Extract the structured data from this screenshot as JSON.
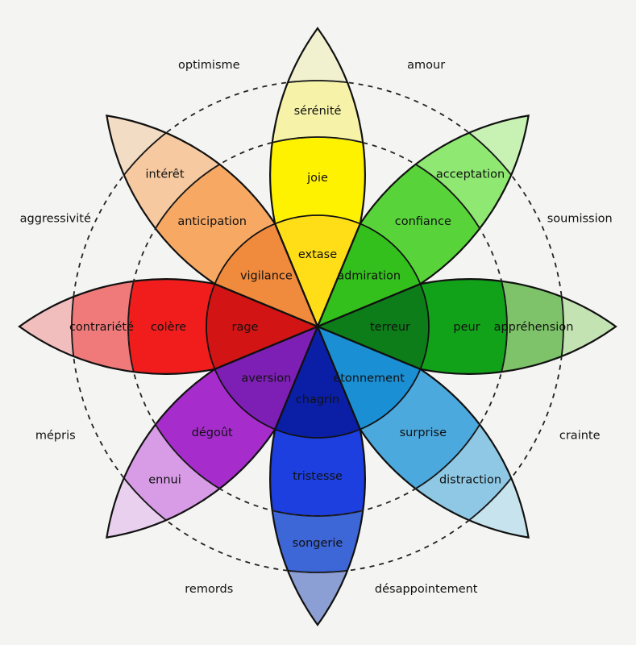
{
  "petals": [
    {
      "name": "joie-petal",
      "colors": {
        "intense": "#ffde17",
        "basic": "#fff200",
        "mild": "#f6f3a8",
        "tip": "#f1f0cf"
      },
      "labels": {
        "intense": "extase",
        "basic": "joie",
        "mild": "sérénité"
      }
    },
    {
      "name": "confiance-petal",
      "colors": {
        "intense": "#34c01c",
        "basic": "#58d43a",
        "mild": "#8fe872",
        "tip": "#c7f2b4"
      },
      "labels": {
        "intense": "admiration",
        "basic": "confiance",
        "mild": "acceptation"
      }
    },
    {
      "name": "peur-petal",
      "colors": {
        "intense": "#0d7d1a",
        "basic": "#12a21a",
        "mild": "#7ec36a",
        "tip": "#c4e3b3"
      },
      "labels": {
        "intense": "terreur",
        "basic": "peur",
        "mild": "appréhension"
      }
    },
    {
      "name": "surprise-petal",
      "colors": {
        "intense": "#1b8fd4",
        "basic": "#4ba9dd",
        "mild": "#8ec8e4",
        "tip": "#c7e3ee"
      },
      "labels": {
        "intense": "étonnement",
        "basic": "surprise",
        "mild": "distraction"
      }
    },
    {
      "name": "tristesse-petal",
      "colors": {
        "intense": "#0b1fa6",
        "basic": "#1d3fe0",
        "mild": "#3d66d6",
        "tip": "#8c9fd4"
      },
      "labels": {
        "intense": "chagrin",
        "basic": "tristesse",
        "mild": "songerie"
      }
    },
    {
      "name": "degout-petal",
      "colors": {
        "intense": "#7d1fb5",
        "basic": "#a62dcc",
        "mild": "#d89be6",
        "tip": "#e8d0ee"
      },
      "labels": {
        "intense": "aversion",
        "basic": "dégoût",
        "mild": "ennui"
      }
    },
    {
      "name": "colere-petal",
      "colors": {
        "intense": "#d31414",
        "basic": "#f11d1d",
        "mild": "#f07a7a",
        "tip": "#f1bdbd"
      },
      "labels": {
        "intense": "rage",
        "basic": "colère",
        "mild": "contrariété"
      }
    },
    {
      "name": "anticipation-petal",
      "colors": {
        "intense": "#f08a3c",
        "basic": "#f7a964",
        "mild": "#f6c9a0",
        "tip": "#f2dcc4"
      },
      "labels": {
        "intense": "vigilance",
        "basic": "anticipation",
        "mild": "intérêt"
      }
    }
  ],
  "dyads": [
    "amour",
    "soumission",
    "crainte",
    "désappointement",
    "remords",
    "mépris",
    "aggressivité",
    "optimisme"
  ]
}
